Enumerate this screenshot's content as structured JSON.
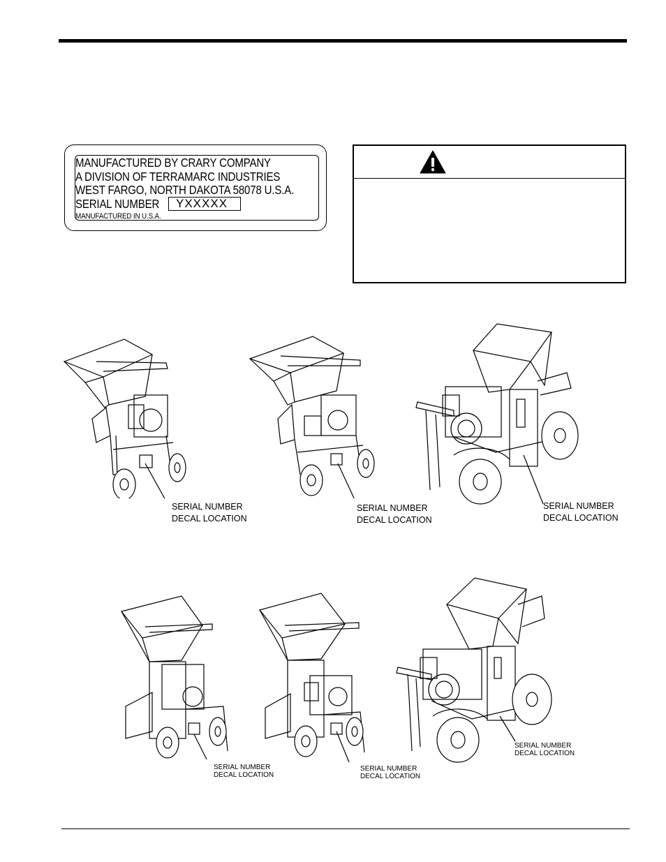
{
  "decal": {
    "line1": "MANUFACTURED BY CRARY COMPANY",
    "line2": "A DIVISION OF TERRAMARC INDUSTRIES",
    "line3": "WEST FARGO, NORTH DAKOTA 58078 U.S.A.",
    "serial_label": "SERIAL NUMBER",
    "serial_value": "YXXXXX",
    "line5": "MANUFACTURED IN U.S.A."
  },
  "caution": {
    "icon": "warning-triangle-icon"
  },
  "figures": {
    "label_line1": "SERIAL NUMBER",
    "label_line2": "DECAL LOCATION"
  }
}
